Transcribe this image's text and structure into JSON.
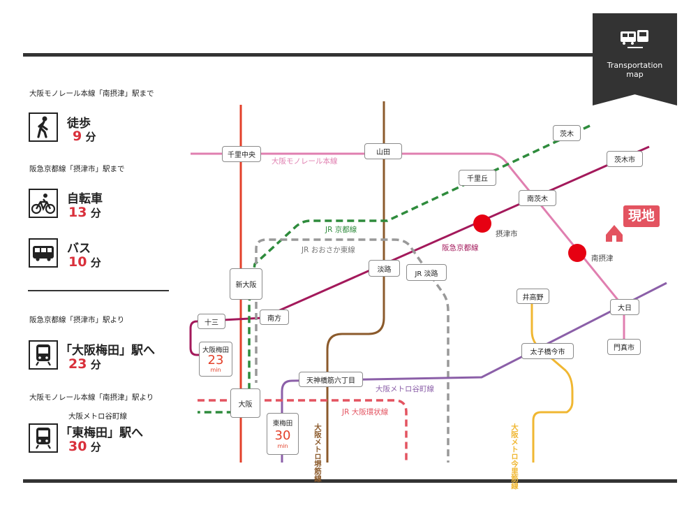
{
  "badge": {
    "line1": "Transportation",
    "line2": "map"
  },
  "panel": {
    "walk_cap": "大阪モノレール本線「南摂津」駅まで",
    "walk_mode": "徒歩",
    "walk_num": "9",
    "walk_unit": "分",
    "bike_cap": "阪急京都線「摂津市」駅まで",
    "bike_mode": "自転車",
    "bike_num": "13",
    "bike_unit": "分",
    "bus_mode": "バス",
    "bus_num": "10",
    "bus_unit": "分",
    "umeda_cap": "阪急京都線「摂津市」駅より",
    "umeda_mode": "「大阪梅田」駅へ",
    "umeda_num": "23",
    "umeda_unit": "分",
    "higashi_cap1": "大阪モノレール本線「南摂津」駅より",
    "higashi_cap2": "大阪メトロ谷町線",
    "higashi_mode": "「東梅田」駅へ",
    "higashi_num": "30",
    "higashi_unit": "分"
  },
  "map": {
    "lines": {
      "monorail": "大阪モノレール本線",
      "jr_kyoto": "JR 京都線",
      "jr_osaka_higashi": "JR おおさか東線",
      "hankyu_kyoto": "阪急京都線",
      "jr_awaji": "JR 淡路",
      "tanimachi": "大阪メトロ谷町線",
      "loop": "JR 大阪環状線",
      "sakaisuji": "大阪メトロ堺筋線",
      "imazato": "大阪メトロ今里筋線"
    },
    "stations": {
      "senri_chuo": "千里中央",
      "yamada": "山田",
      "ibaraki": "茨木",
      "ibaraki_shi": "茨木市",
      "senriyama": "千里丘",
      "minami_ibaraki": "南茨木",
      "settsu_shi": "摂津市",
      "minami_settsu": "南摂津",
      "shin_osaka": "新大阪",
      "awaji": "淡路",
      "jr_awaji_st": "JR 淡路",
      "juso": "十三",
      "minamikata": "南方",
      "osaka_umeda": "大阪梅田",
      "osaka": "大阪",
      "tenjin": "天神橋筋六丁目",
      "higashi_umeda": "東梅田",
      "itakano": "井高野",
      "taishibashi": "太子橋今市",
      "dainichi": "大日",
      "kadoma": "門真市"
    },
    "current": "現地",
    "umeda_time": "23",
    "higashi_time": "30",
    "min": "min"
  },
  "colors": {
    "monorail": "#e07fb0",
    "hankyu": "#a3195b",
    "jr_kyoto": "#2e8b3c",
    "osaka_higashi": "#999999",
    "midosuji": "#e3402a",
    "sakaisuji": "#8b5a2b",
    "tanimachi": "#8b5fa8",
    "loop": "#e35360",
    "imazato": "#f0b732",
    "marker": "#e60012"
  }
}
